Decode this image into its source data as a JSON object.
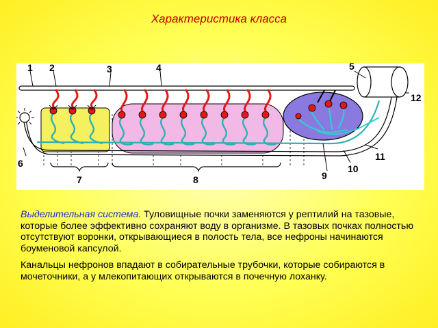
{
  "slide": {
    "title": "Характеристика класса"
  },
  "diagram": {
    "labels": [
      "1",
      "2",
      "3",
      "4",
      "5",
      "6",
      "7",
      "8",
      "9",
      "10",
      "11",
      "12"
    ],
    "colors": {
      "anterior_region": "#f4f060",
      "posterior_region": "#f2b8e6",
      "kidney": "#8a7ae0",
      "vessels": "#e01818",
      "tubules": "#30b0b0"
    }
  },
  "text": {
    "highlight": "Выделительная система.",
    "para1": " Туловищные почки заменяются у рептилий на тазовые, которые более эффективно сохраняют воду в организме. В тазовых почках полностью отсутствуют воронки, открывающиеся в полость тела, все нефроны начинаются боуменовой капсулой.",
    "para2": "Канальцы нефронов впадают в собирательные трубочки, которые собираются в мочеточники, а у млекопитающих открываются в почечную лоханку."
  }
}
